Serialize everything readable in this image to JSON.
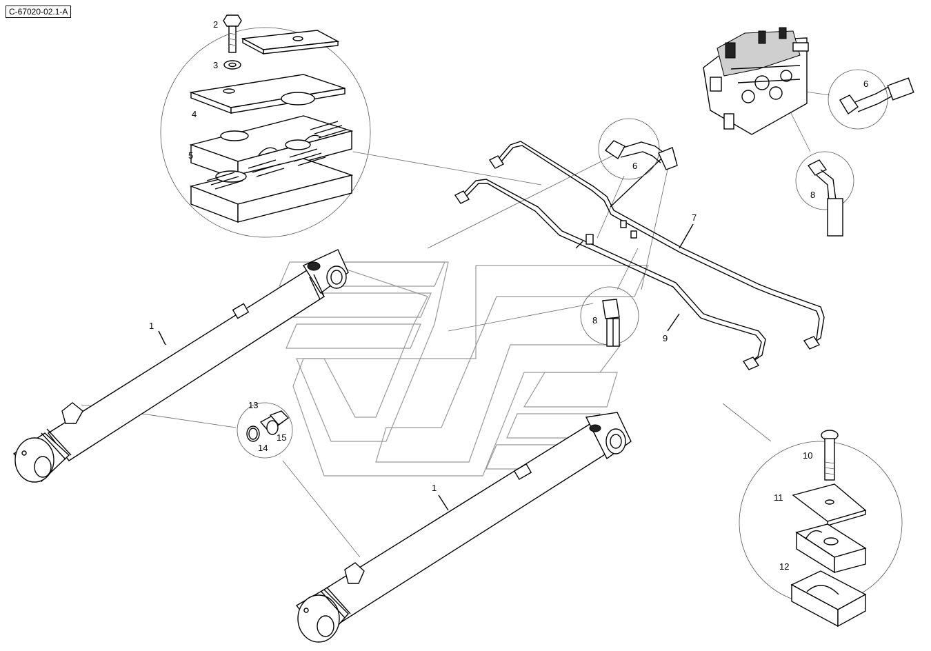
{
  "ref_code": "C-67020-02.1-A",
  "callouts": {
    "c1a": "1",
    "c1b": "1",
    "c2": "2",
    "c3": "3",
    "c4": "4",
    "c5": "5",
    "c6a": "6",
    "c6b": "6",
    "c7": "7",
    "c8a": "8",
    "c8b": "8",
    "c9": "9",
    "c10": "10",
    "c11": "11",
    "c12": "12",
    "c13": "13",
    "c14": "14",
    "c15": "15"
  }
}
